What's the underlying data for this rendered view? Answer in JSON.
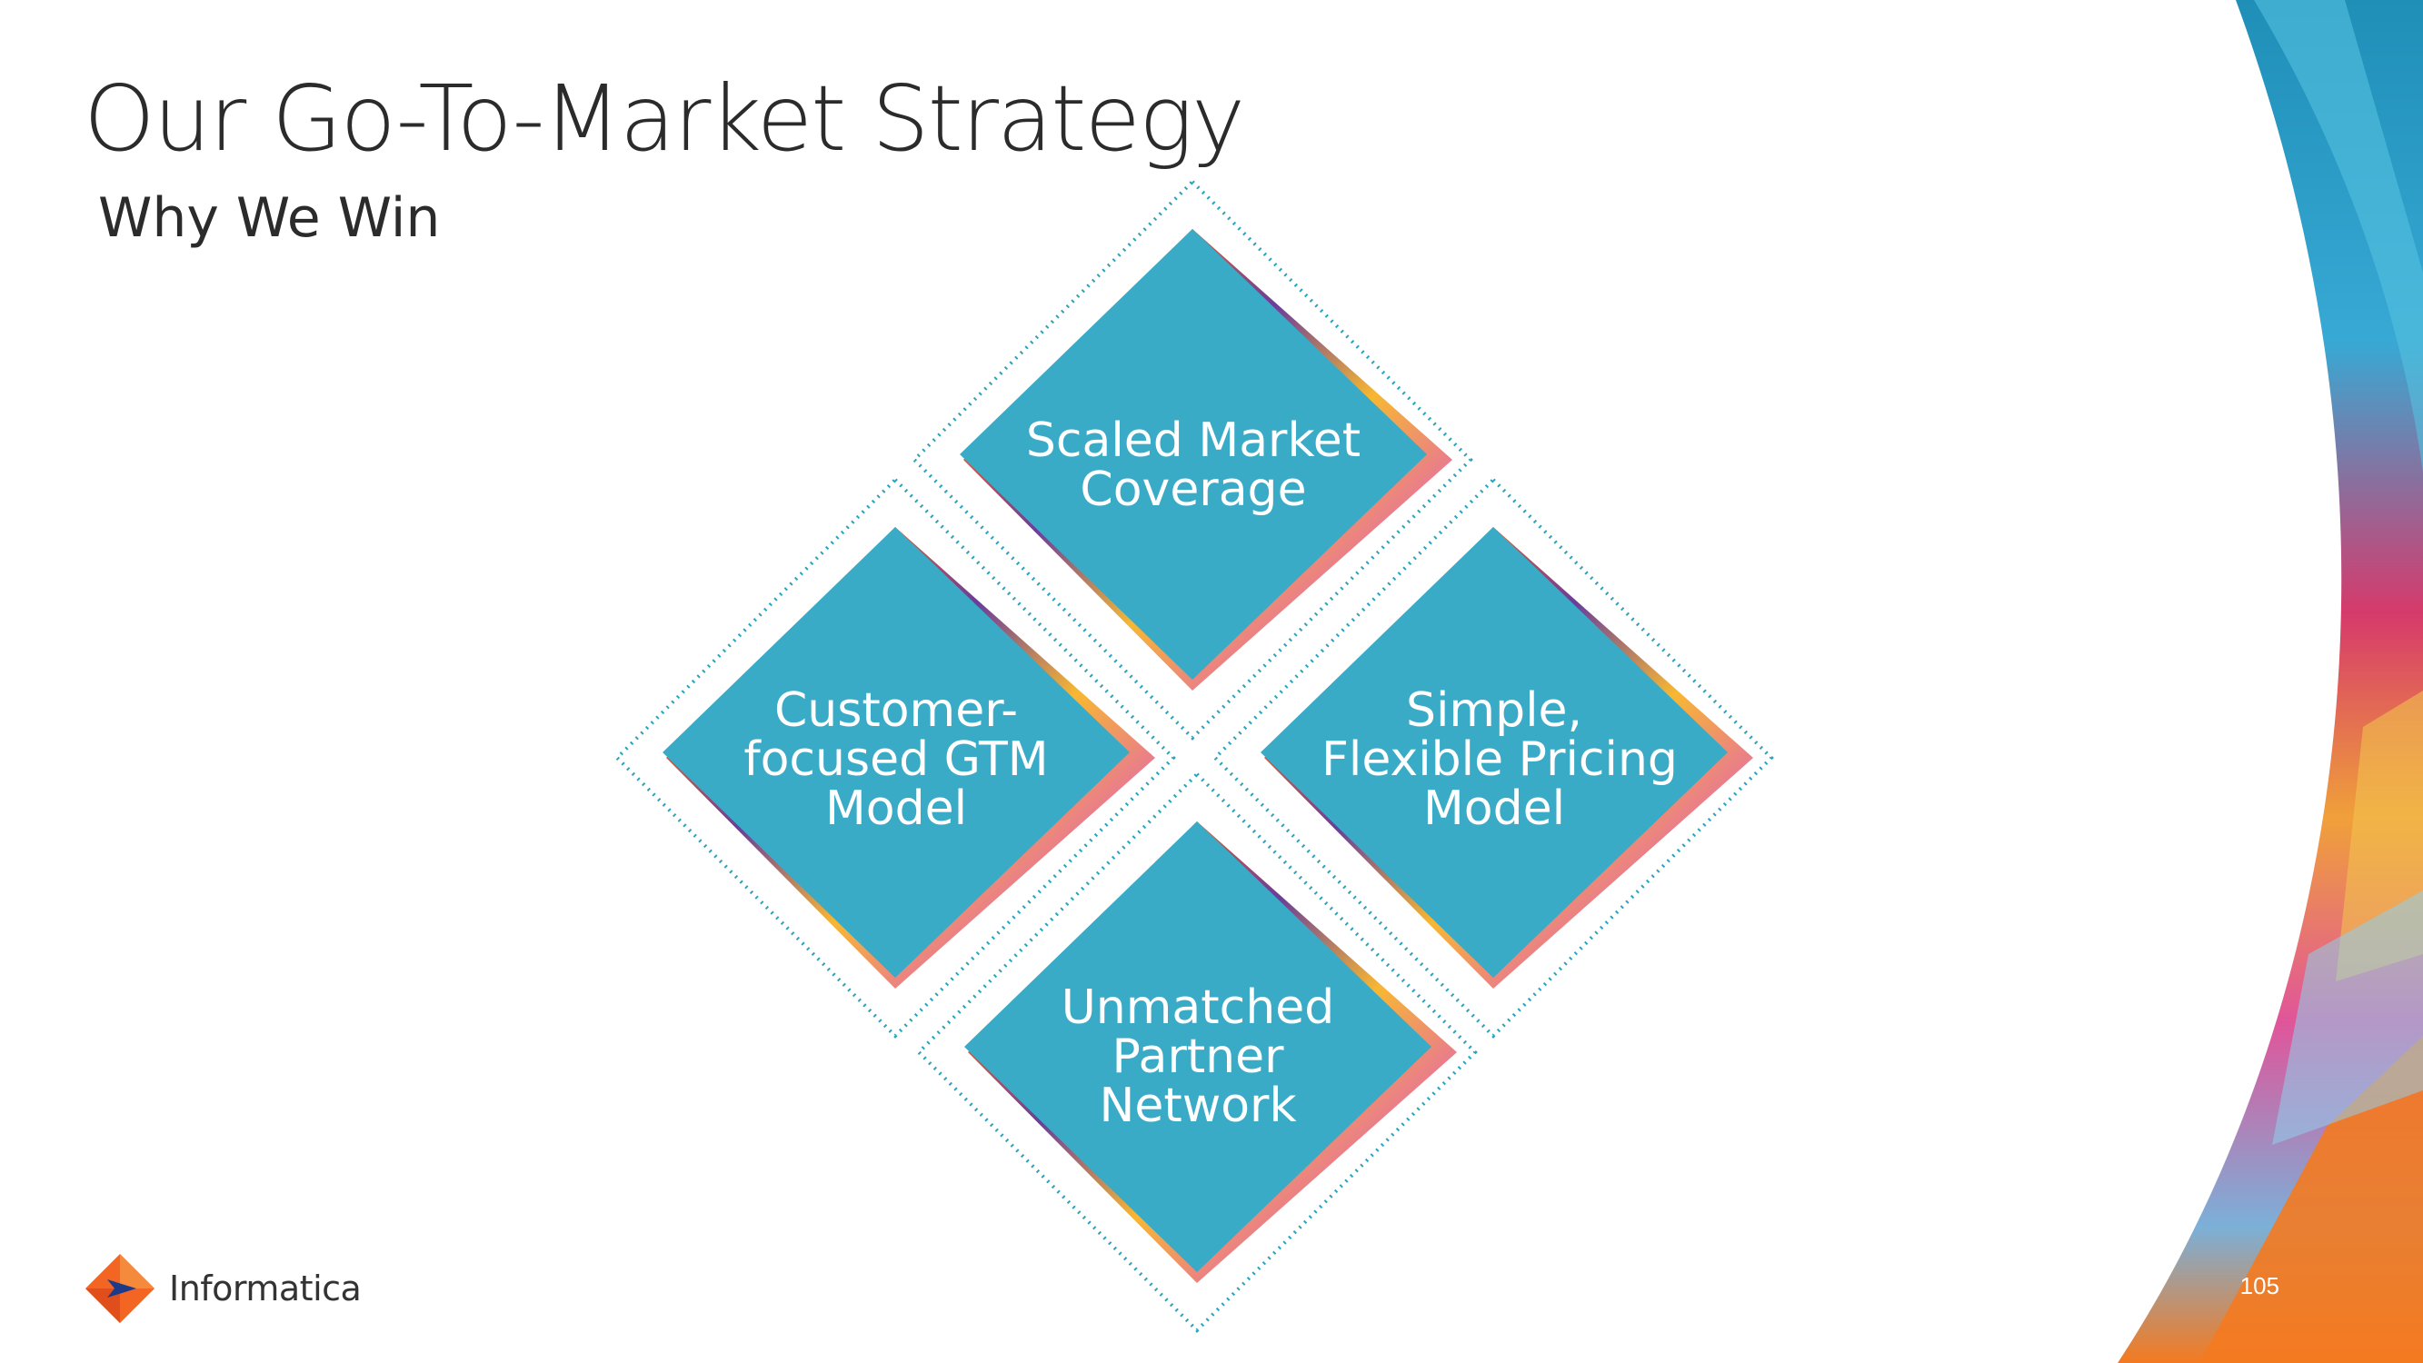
{
  "slide": {
    "title": "Our Go-To-Market Strategy",
    "subtitle": "Why We Win",
    "page_number": "105"
  },
  "diamonds": [
    {
      "position": "top",
      "lines": [
        "Scaled Market",
        "Coverage"
      ]
    },
    {
      "position": "left",
      "lines": [
        "Customer-",
        "focused GTM",
        "Model"
      ]
    },
    {
      "position": "right",
      "lines": [
        "Simple,",
        "Flexible Pricing",
        "Model"
      ]
    },
    {
      "position": "bottom",
      "lines": [
        "Unmatched",
        "Partner",
        "Network"
      ]
    }
  ],
  "logo": {
    "name": "Informatica",
    "icon": "informatica-logo-icon"
  },
  "colors": {
    "diamond_fill": "#3aabc6",
    "dotted_border": "#2aa3bd",
    "accent_orange": "#f26522",
    "text_dark": "#2b2b2b"
  }
}
